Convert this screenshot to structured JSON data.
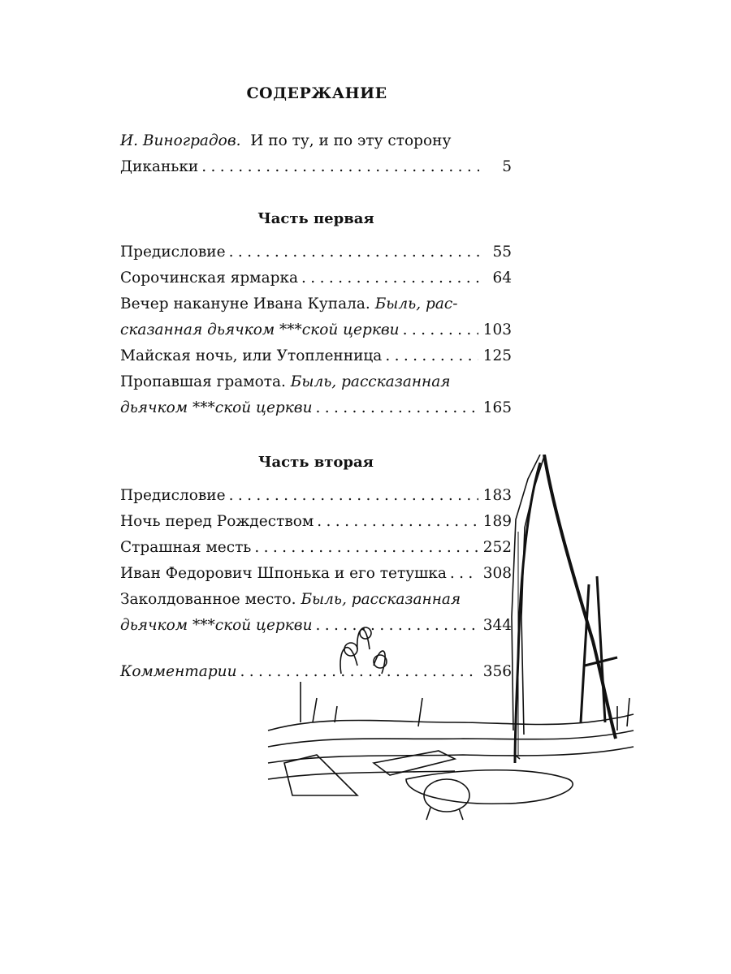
{
  "title": "СОДЕРЖАНИЕ",
  "intro": {
    "lines": [
      [
        {
          "t": "И. Виноградов.",
          "i": true
        },
        {
          "t": "  И по ту, и по эту сторону",
          "i": false
        }
      ],
      [
        {
          "t": "Диканьки",
          "i": false
        }
      ]
    ],
    "page": "5"
  },
  "parts": [
    {
      "heading": "Часть первая",
      "entries": [
        {
          "lines": [
            [
              {
                "t": "Предисловие",
                "i": false
              }
            ]
          ],
          "page": "55"
        },
        {
          "lines": [
            [
              {
                "t": "Сорочинская ярмарка",
                "i": false
              }
            ]
          ],
          "page": "64"
        },
        {
          "lines": [
            [
              {
                "t": "Вечер накануне Ивана Купала. ",
                "i": false
              },
              {
                "t": "Быль, рас-",
                "i": true
              }
            ],
            [
              {
                "t": "сказанная дьячком ***ской церкви",
                "i": true
              }
            ]
          ],
          "page": "103"
        },
        {
          "lines": [
            [
              {
                "t": "Майская ночь, или Утопленница",
                "i": false
              }
            ]
          ],
          "page": "125"
        },
        {
          "lines": [
            [
              {
                "t": "Пропавшая грамота. ",
                "i": false
              },
              {
                "t": "Быль, рассказанная",
                "i": true
              }
            ],
            [
              {
                "t": "дьячком ***ской церкви",
                "i": true
              }
            ]
          ],
          "page": "165"
        }
      ]
    },
    {
      "heading": "Часть вторая",
      "entries": [
        {
          "lines": [
            [
              {
                "t": "Предисловие",
                "i": false
              }
            ]
          ],
          "page": "183"
        },
        {
          "lines": [
            [
              {
                "t": "Ночь перед Рождеством",
                "i": false
              }
            ]
          ],
          "page": "189"
        },
        {
          "lines": [
            [
              {
                "t": "Страшная месть",
                "i": false
              }
            ]
          ],
          "page": "252"
        },
        {
          "lines": [
            [
              {
                "t": "Иван Федорович Шпонька и его тетушка",
                "i": false
              }
            ]
          ],
          "page": "308"
        },
        {
          "lines": [
            [
              {
                "t": "Заколдованное место. ",
                "i": false
              },
              {
                "t": "Быль, рассказанная",
                "i": true
              }
            ],
            [
              {
                "t": "дьячком ***ской церкви",
                "i": true
              }
            ]
          ],
          "page": "344"
        }
      ]
    }
  ],
  "comments": {
    "lines": [
      [
        {
          "t": "Комментарии",
          "i": true
        }
      ]
    ],
    "page": "356"
  }
}
